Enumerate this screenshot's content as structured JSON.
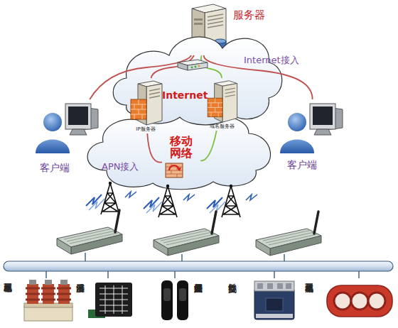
{
  "diagram": {
    "nodes": [
      {
        "text": [
          "服务器"
        ]
      },
      {
        "text": [
          "Internet"
        ]
      },
      {
        "text": [
          "IP服务器"
        ],
        "in": 1
      },
      {
        "text": [
          "域名服务器"
        ],
        "in": 1
      },
      {
        "text": [
          "移动网络"
        ]
      },
      {
        "text": [
          "客户端"
        ]
      },
      {
        "text": [
          "客户端"
        ]
      },
      {
        "text": [
          "三相电压互感器"
        ]
      },
      {
        "text": [
          "温湿度传感器"
        ]
      },
      {
        "text": [
          "主动红外入侵探测器"
        ]
      },
      {
        "text": [
          "交流接触器"
        ]
      },
      {
        "text": [
          "三相电流互感器"
        ]
      }
    ],
    "edges": [
      {
        "from": 5,
        "to": 0,
        "arrow": "none"
      },
      {
        "from": 0,
        "to": 6,
        "label": "Internet接入",
        "arrow": "none"
      },
      {
        "from": 0,
        "to": 2,
        "arrow": "none"
      },
      {
        "from": 0,
        "to": 3,
        "arrow": "none"
      },
      {
        "from": 2,
        "to": 4,
        "arrow": "none"
      },
      {
        "from": 3,
        "to": 4,
        "arrow": "none"
      }
    ],
    "labels": [
      "APN接入"
    ]
  }
}
